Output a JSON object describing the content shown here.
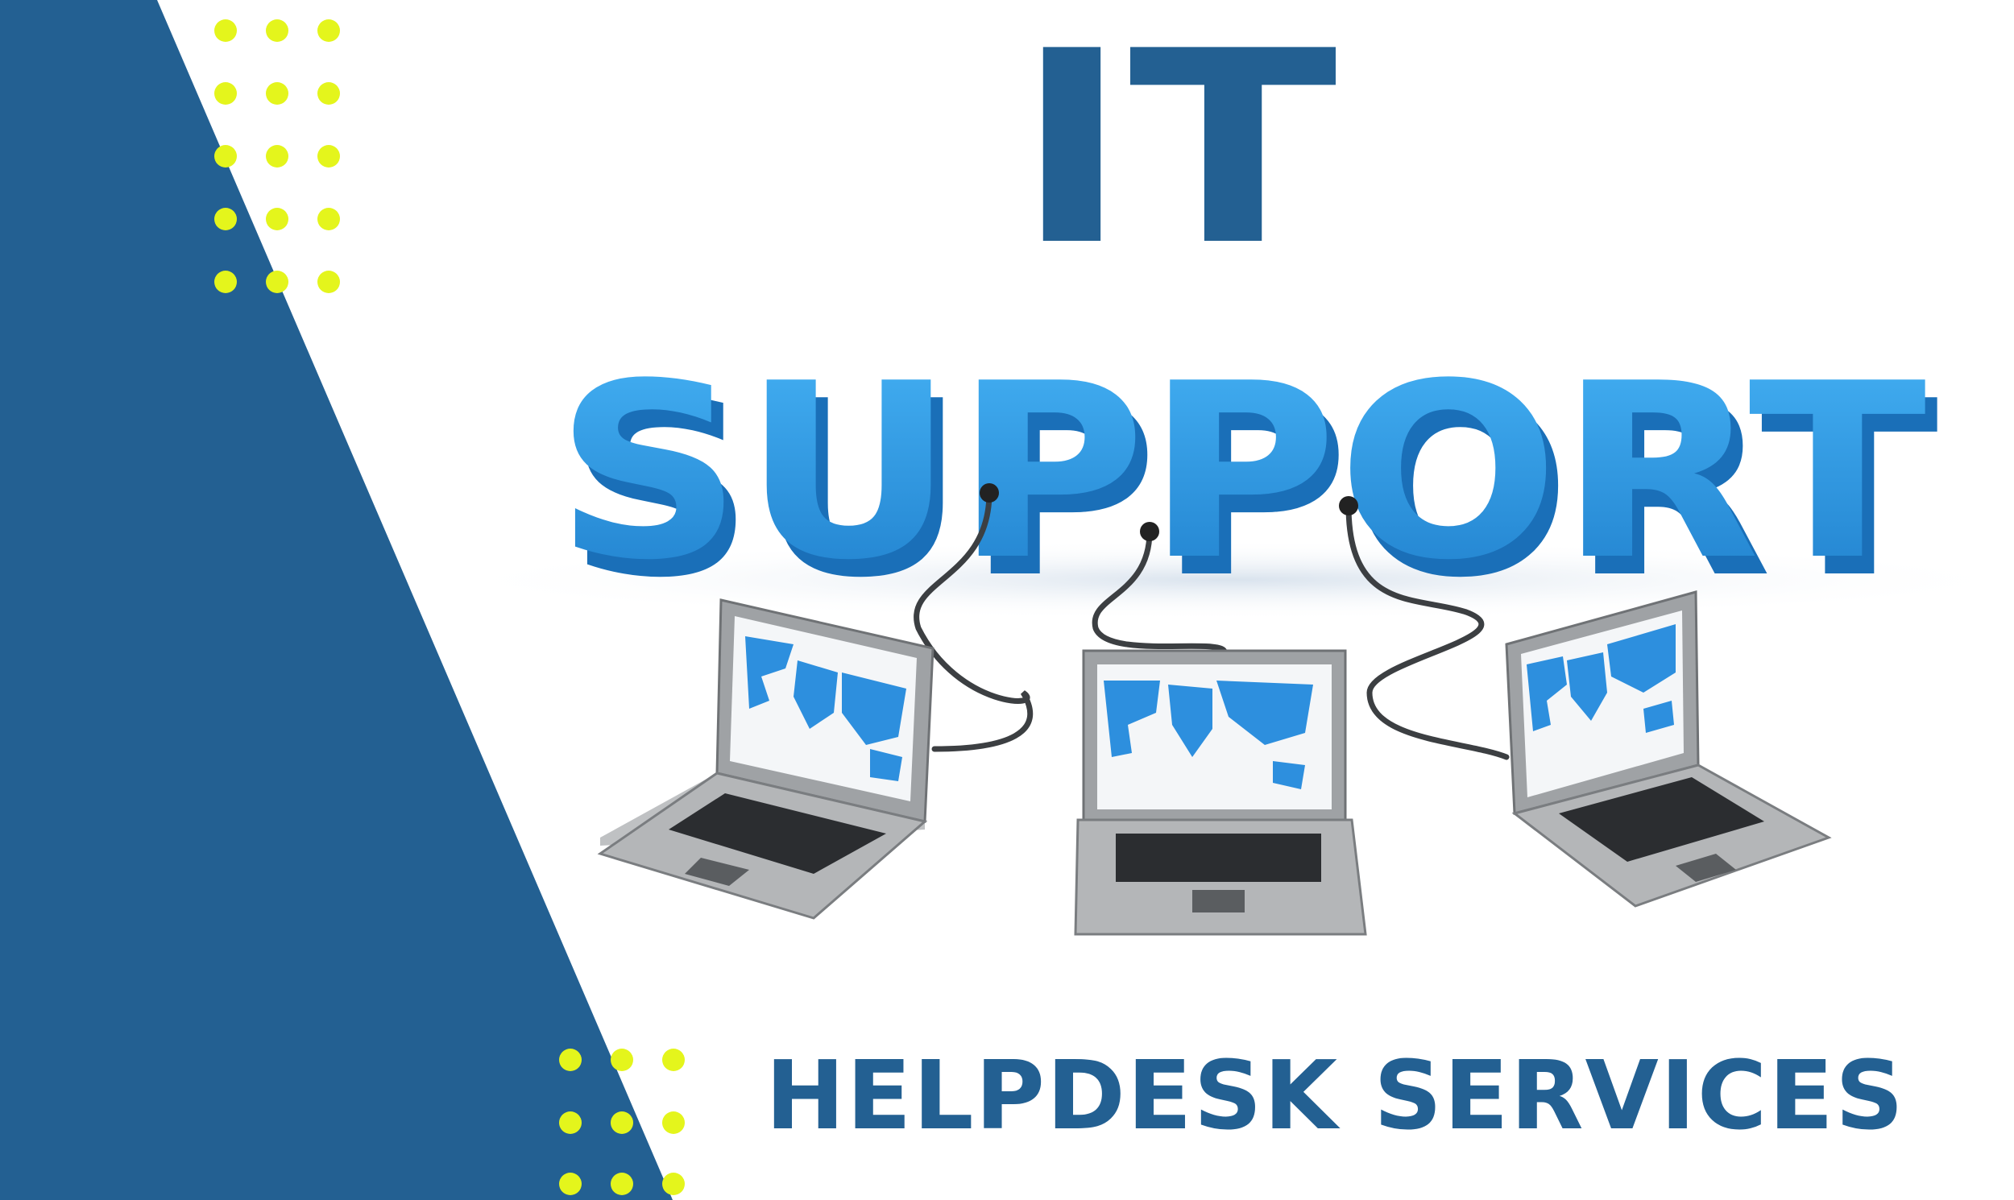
{
  "banner": {
    "title": "IT",
    "support_word": "SUPPORT",
    "subtitle": "HELPDESK SERVICES"
  },
  "colors": {
    "navy": "#236092",
    "accent_dots": "#e4f51c",
    "support_blue": "#2e8ed8",
    "support_dark": "#1a6fb8",
    "screen_map": "#2d8fde",
    "laptop_silver": "#a8aaac"
  },
  "laptops": [
    {
      "name": "left-laptop",
      "icon": "laptop-icon"
    },
    {
      "name": "center-laptop",
      "icon": "laptop-icon"
    },
    {
      "name": "right-laptop",
      "icon": "laptop-icon"
    }
  ]
}
